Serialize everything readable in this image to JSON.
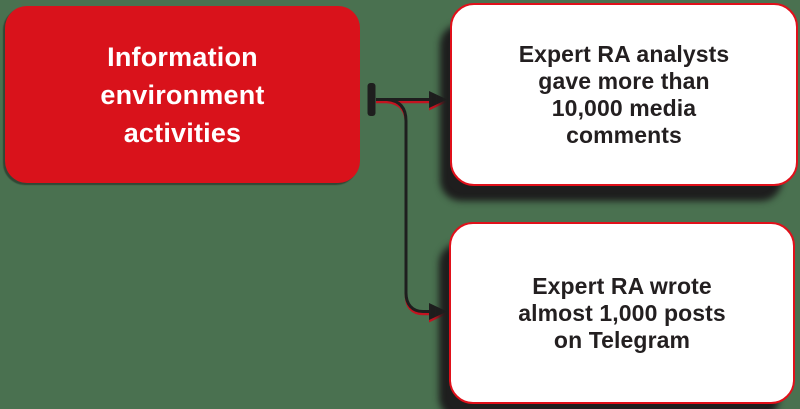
{
  "colors": {
    "bg": "#4A7150",
    "red": "#D9121B",
    "red_border": "#E0101A",
    "red_echo": "#C41320",
    "dark": "#1E1E1E",
    "ink": "#231F20",
    "white": "#FFFFFF"
  },
  "source_box": {
    "lines": [
      "Information",
      "environment",
      "activities"
    ]
  },
  "result_boxes": [
    {
      "lines": [
        "Expert RA analysts",
        "gave more than",
        "10,000 media",
        "comments"
      ]
    },
    {
      "lines": [
        "Expert RA wrote",
        "almost 1,000 posts",
        "on Telegram"
      ]
    }
  ]
}
